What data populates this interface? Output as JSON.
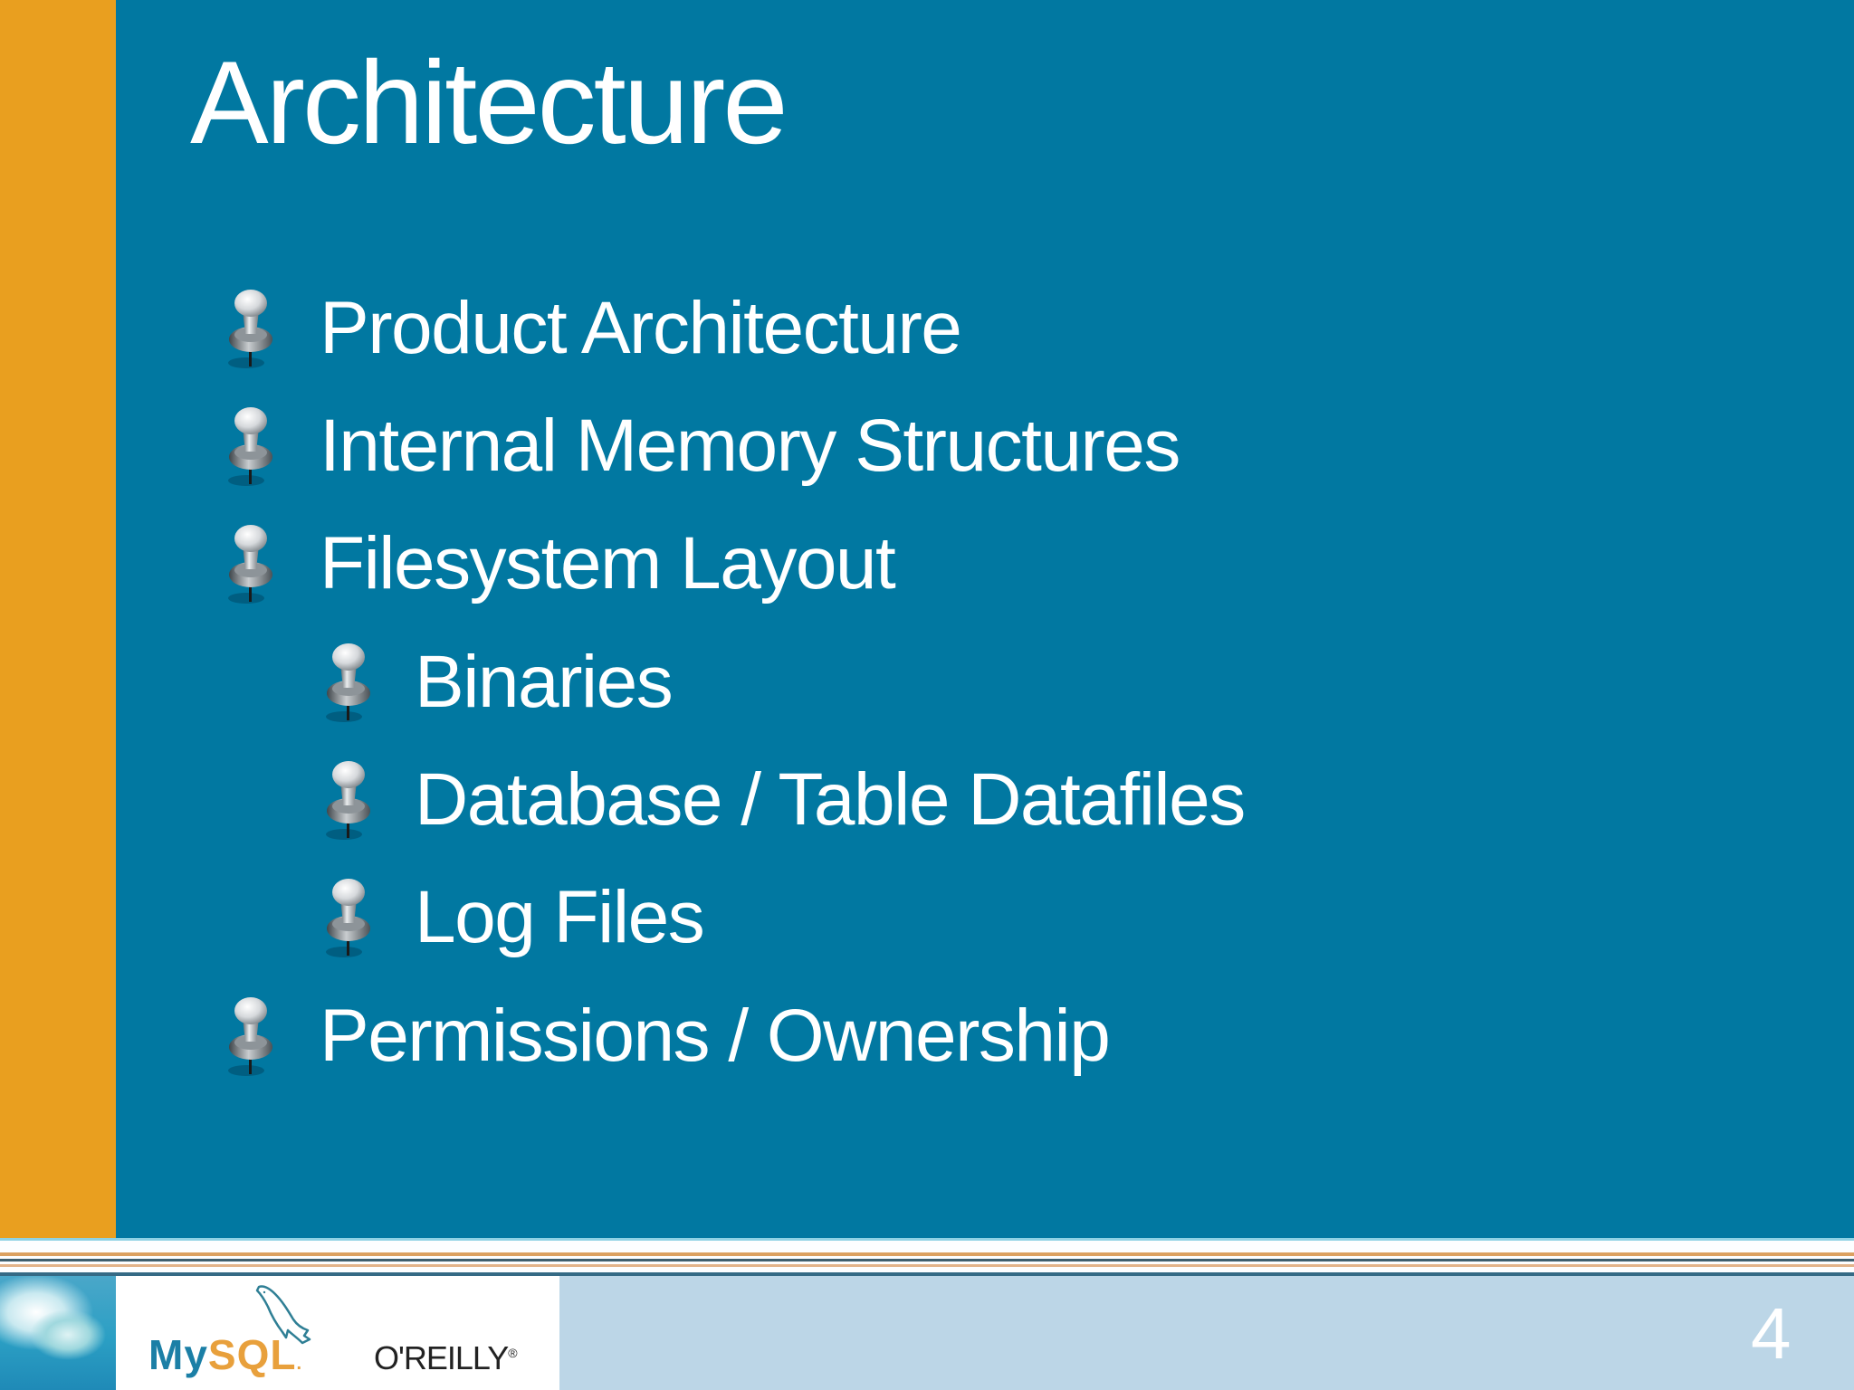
{
  "slide": {
    "title": "Architecture",
    "page_number": "4",
    "bullets": [
      {
        "label": "Product Architecture",
        "level": 1
      },
      {
        "label": "Internal Memory Structures",
        "level": 1
      },
      {
        "label": "Filesystem Layout",
        "level": 1
      },
      {
        "label": "Binaries",
        "level": 2
      },
      {
        "label": "Database / Table Datafiles",
        "level": 2
      },
      {
        "label": "Log Files",
        "level": 2
      },
      {
        "label": "Permissions / Ownership",
        "level": 1
      }
    ],
    "bullet_icon": "pushpin-icon"
  },
  "footer": {
    "logos": {
      "mysql_part1": "My",
      "mysql_part2": "SQL",
      "mysql_mark": ".",
      "publisher": "O'REILLY",
      "publisher_mark": "®"
    }
  },
  "colors": {
    "accent_orange": "#e99f1f",
    "background_blue": "#0178a1",
    "footer_light_blue": "#bcd6e7",
    "text": "#ffffff"
  }
}
